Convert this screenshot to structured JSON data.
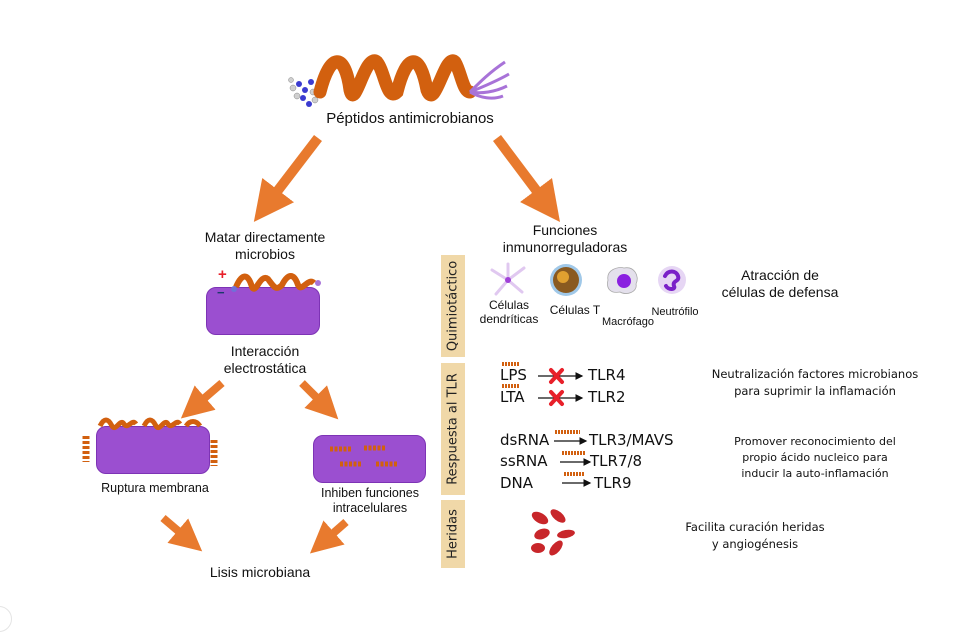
{
  "title": "Péptidos antimicrobianos",
  "left_branch": {
    "heading_line1": "Matar directamente",
    "heading_line2": "microbios",
    "charge_plus": "+",
    "charge_minus": "−",
    "interaction_line1": "Interacción",
    "interaction_line2": "electrostática",
    "rupture_label": "Ruptura membrana",
    "inhibit_line1": "Inhiben funciones",
    "inhibit_line2": "intracelulares",
    "result_label": "Lisis microbiana"
  },
  "right_branch": {
    "heading_line1": "Funciones",
    "heading_line2": "inmunorreguladoras",
    "sections": [
      {
        "tab_label": "Quimiotáctico"
      },
      {
        "tab_label": "Respuesta al TLR"
      },
      {
        "tab_label": "Heridas"
      }
    ],
    "cells": [
      {
        "line1": "Células",
        "line2": "dendríticas",
        "icon": "dendritic-cell-icon"
      },
      {
        "line1": "Células T",
        "icon": "t-cell-icon"
      },
      {
        "line1": "Macrófago",
        "icon": "macrophage-icon"
      },
      {
        "line1": "Neutrófilo",
        "icon": "neutrophil-icon"
      }
    ],
    "chemotaxis_desc_line1": "Atracción de",
    "chemotaxis_desc_line2": "células de defensa",
    "tlr_rows": [
      {
        "ligand": "LPS",
        "receptor": "TLR4",
        "blocked": true
      },
      {
        "ligand": "LTA",
        "receptor": "TLR2",
        "blocked": true
      },
      {
        "ligand": "dsRNA",
        "receptor": "TLR3/MAVS",
        "blocked": false
      },
      {
        "ligand": "ssRNA",
        "receptor": "TLR7/8",
        "blocked": false
      },
      {
        "ligand": "DNA",
        "receptor": "TLR9",
        "blocked": false
      }
    ],
    "tlr_desc1_line1": "Neutralización factores microbianos",
    "tlr_desc1_line2": "para suprimir la inflamación",
    "tlr_desc2_line1": "Promover reconocimiento del",
    "tlr_desc2_line2": "propio ácido nucleico para",
    "tlr_desc2_line3": "inducir la auto-inflamación",
    "wound_desc_line1": "Facilita curación heridas",
    "wound_desc_line2": "y angiogénesis"
  },
  "colors": {
    "arrow": "#e87a2e",
    "membrane": "#9b4fd0",
    "helix": "#d2600f",
    "tab": "#f0d8a8",
    "blocked_x": "#e8202a"
  }
}
